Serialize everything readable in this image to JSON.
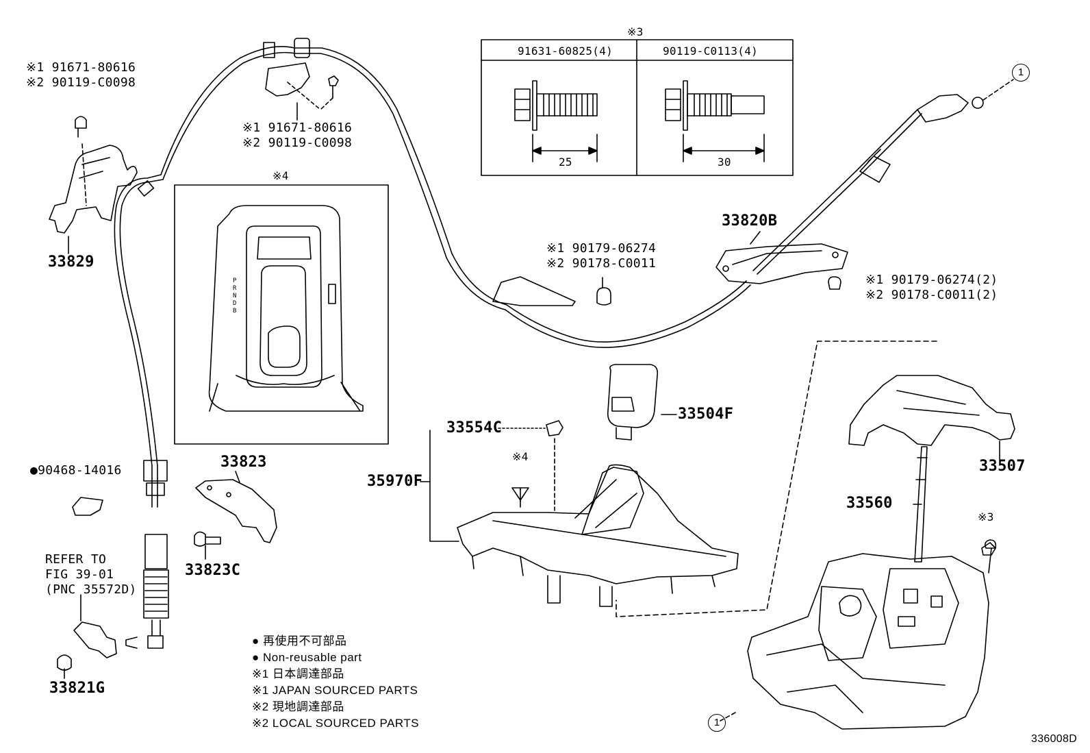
{
  "diagram": {
    "figure_code": "336008D",
    "bolt_table": {
      "note_mark": "※3",
      "columns": [
        {
          "part": "91631-60825(4)",
          "length": "25"
        },
        {
          "part": "90119-C0113(4)",
          "length": "30"
        }
      ]
    },
    "console_panel": {
      "note_mark": "※4",
      "gear_letters": "PRNDB"
    },
    "callouts": {
      "top_left_1": "※1 91671-80616",
      "top_left_2": "※2 90119-C0098",
      "bracket_1": "※1 91671-80616",
      "bracket_2": "※2 90119-C0098",
      "mid_1": "※1 90179-06274",
      "mid_2": "※2 90178-C0011",
      "right_1": "※1 90179-06274(2)",
      "right_2": "※2 90178-C0011(2)",
      "arrow_note": "※4",
      "bolt_note": "※3",
      "circle_ref": "1"
    },
    "parts": {
      "p33829": "33829",
      "p33820B": "33820B",
      "p33504F": "33504F",
      "p33554C": "33554C",
      "p35970F": "35970F",
      "p33507": "33507",
      "p33560": "33560",
      "p33823": "33823",
      "p33823C": "33823C",
      "p33821G": "33821G",
      "p90468": "●90468-14016"
    },
    "refer": {
      "line1": "REFER TO",
      "line2": "FIG 39-01",
      "line3": "(PNC 35572D)"
    },
    "legend": [
      "● 再使用不可部品",
      "● Non-reusable part",
      "※1 日本調達部品",
      "※1 JAPAN SOURCED PARTS",
      "※2 現地調達部品",
      "※2 LOCAL SOURCED PARTS"
    ]
  }
}
